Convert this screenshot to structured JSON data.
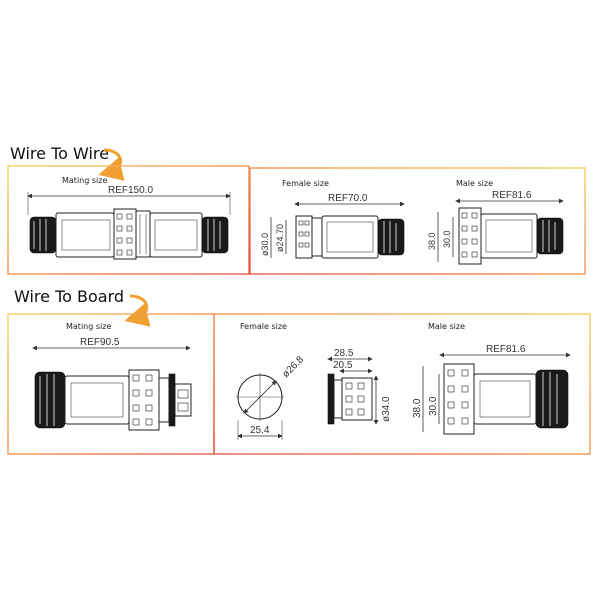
{
  "sections": {
    "wire_to_wire": {
      "title": "Wire To Wire",
      "mating_label": "Mating size",
      "mating_dim": "REF150.0",
      "female_label": "Female size",
      "female_length": "REF70.0",
      "female_dia_outer": "ø30.0",
      "female_dia_inner": "ø24.70",
      "male_label": "Male size",
      "male_length": "REF81.6",
      "male_h_outer": "38.0",
      "male_h_inner": "30.0"
    },
    "wire_to_board": {
      "title": "Wire To Board",
      "mating_label": "Mating size",
      "mating_dim": "REF90.5",
      "female_label": "Female size",
      "female_hole_dia": "ø26.8",
      "female_flange_width": "25.4",
      "female_depth": "28.5",
      "female_depth_inner": "20.5",
      "female_dia": "ø34.0",
      "male_label": "Male size",
      "male_length": "REF81.6",
      "male_h_outer": "38.0",
      "male_h_inner": "30.0"
    }
  },
  "colors": {
    "frame_orange": "#f2b04a",
    "frame_red": "#e0483a",
    "arrow_orange": "#f0a030"
  }
}
